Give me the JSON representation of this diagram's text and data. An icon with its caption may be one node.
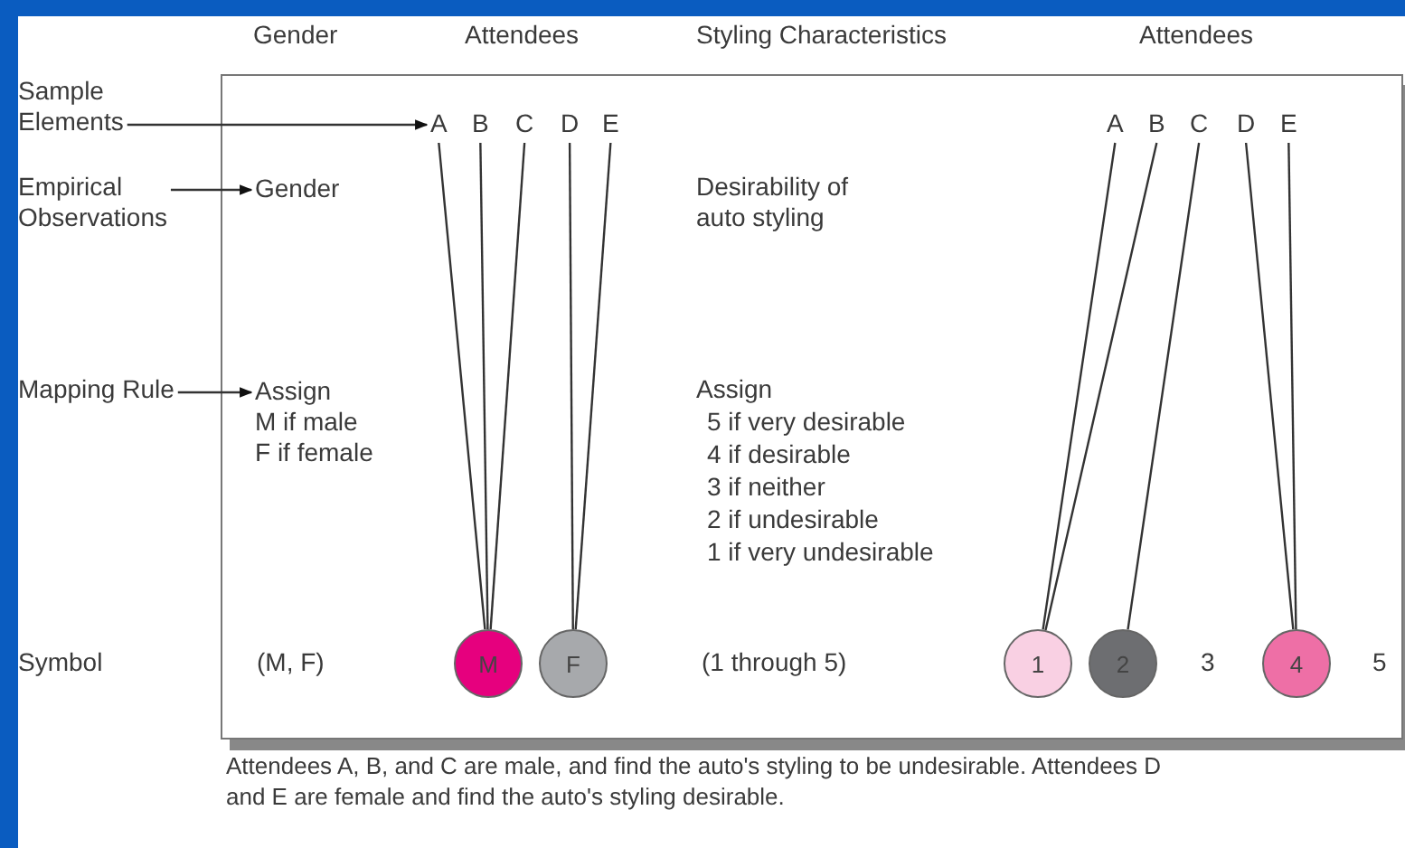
{
  "diagram": {
    "caption": "Attendees A, B, and C are male, and find the auto's styling to be undesirable. Attendees D and E are female and find the auto's styling desirable.",
    "nodes": [
      {
        "text": [
          "Sample Elements"
        ]
      },
      {
        "text": [
          "Empirical Observations"
        ]
      },
      {
        "text": [
          "Mapping Rule"
        ]
      },
      {
        "text": [],
        "shape": "box"
      },
      {
        "text": [
          "A"
        ],
        "in": 3
      },
      {
        "text": [
          "B"
        ],
        "in": 3
      },
      {
        "text": [
          "C"
        ],
        "in": 3
      },
      {
        "text": [
          "D"
        ],
        "in": 3
      },
      {
        "text": [
          "E"
        ],
        "in": 3
      },
      {
        "text": [
          "A"
        ],
        "in": 3
      },
      {
        "text": [
          "B"
        ],
        "in": 3
      },
      {
        "text": [
          "C"
        ],
        "in": 3
      },
      {
        "text": [
          "D"
        ],
        "in": 3
      },
      {
        "text": [
          "E"
        ],
        "in": 3
      },
      {
        "text": [
          "Gender"
        ],
        "in": 3
      },
      {
        "text": [
          "Assign",
          "M if male",
          "F if female"
        ],
        "in": 3
      },
      {
        "text": [
          "M"
        ],
        "in": 3
      },
      {
        "text": [
          "F"
        ],
        "in": 3
      },
      {
        "text": [
          "1"
        ],
        "in": 3
      },
      {
        "text": [
          "2"
        ],
        "in": 3
      },
      {
        "text": [
          "4"
        ],
        "in": 3
      }
    ],
    "edges": [
      {
        "from": 0,
        "to": 4,
        "arrow": "to"
      },
      {
        "from": 1,
        "to": 14,
        "arrow": "to"
      },
      {
        "from": 2,
        "to": 15,
        "arrow": "to"
      },
      {
        "from": 4,
        "to": 16,
        "arrow": "none"
      },
      {
        "from": 5,
        "to": 16,
        "arrow": "none"
      },
      {
        "from": 6,
        "to": 16,
        "arrow": "none"
      },
      {
        "from": 7,
        "to": 17,
        "arrow": "none"
      },
      {
        "from": 8,
        "to": 17,
        "arrow": "none"
      },
      {
        "from": 9,
        "to": 18,
        "arrow": "none"
      },
      {
        "from": 10,
        "to": 18,
        "arrow": "none"
      },
      {
        "from": 11,
        "to": 19,
        "arrow": "none"
      },
      {
        "from": 12,
        "to": 20,
        "arrow": "none"
      },
      {
        "from": 13,
        "to": 20,
        "arrow": "none"
      }
    ],
    "labels": [
      "Gender",
      "Attendees",
      "Styling Characteristics",
      "Attendees",
      "Desirability of auto styling",
      "Assign",
      "5 if very desirable",
      "4 if desirable",
      "3 if neither",
      "2 if undesirable",
      "1 if very undesirable",
      "Symbol",
      "(M, F)",
      "(1 through 5)",
      "3",
      "5"
    ]
  }
}
